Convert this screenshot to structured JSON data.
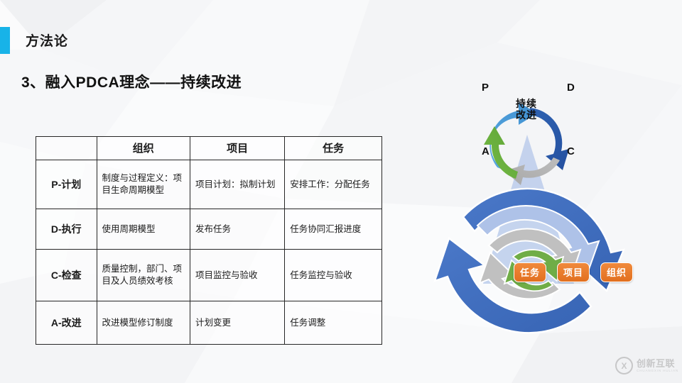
{
  "header": {
    "section_label": "方法论",
    "accent_color": "#18b3e8",
    "title": "3、融入PDCA理念——持续改进"
  },
  "table": {
    "columns": [
      "",
      "组织",
      "项目",
      "任务"
    ],
    "rows": [
      {
        "phase": "P-计划",
        "organization": "制度与过程定义：项目生命周期模型",
        "project": "项目计划：拟制计划",
        "task": "安排工作：分配任务"
      },
      {
        "phase": "D-执行",
        "organization": "使用周期模型",
        "project": "发布任务",
        "task": "任务协同汇报进度"
      },
      {
        "phase": "C-检查",
        "organization": "质量控制，部门、项目及人员绩效考核",
        "project": "项目监控与验收",
        "task": "任务监控与验收"
      },
      {
        "phase": "A-改进",
        "organization": "改进模型修订制度",
        "project": "计划变更",
        "task": "任务调整"
      }
    ]
  },
  "diagram": {
    "pdca": {
      "center_line1": "持续",
      "center_line2": "改进",
      "letters": {
        "p": "P",
        "d": "D",
        "c": "C",
        "a": "A"
      },
      "arrow_colors": {
        "p": "#4a9ede",
        "d": "#2a5fae",
        "c": "#b3b3b3",
        "a": "#6cb043"
      }
    },
    "rings": {
      "outer_blue": "#4472c4",
      "light_blue": "#aec2e8",
      "gray": "#bfbfbf",
      "green": "#70ad47"
    },
    "chips": [
      {
        "label": "任务",
        "color": "#e2701f"
      },
      {
        "label": "项目",
        "color": "#e2701f"
      },
      {
        "label": "组织",
        "color": "#e2701f"
      }
    ]
  },
  "watermark": {
    "mark": "X",
    "name_cn": "创新互联",
    "name_en": "CHUANGXIN HULIAN"
  }
}
